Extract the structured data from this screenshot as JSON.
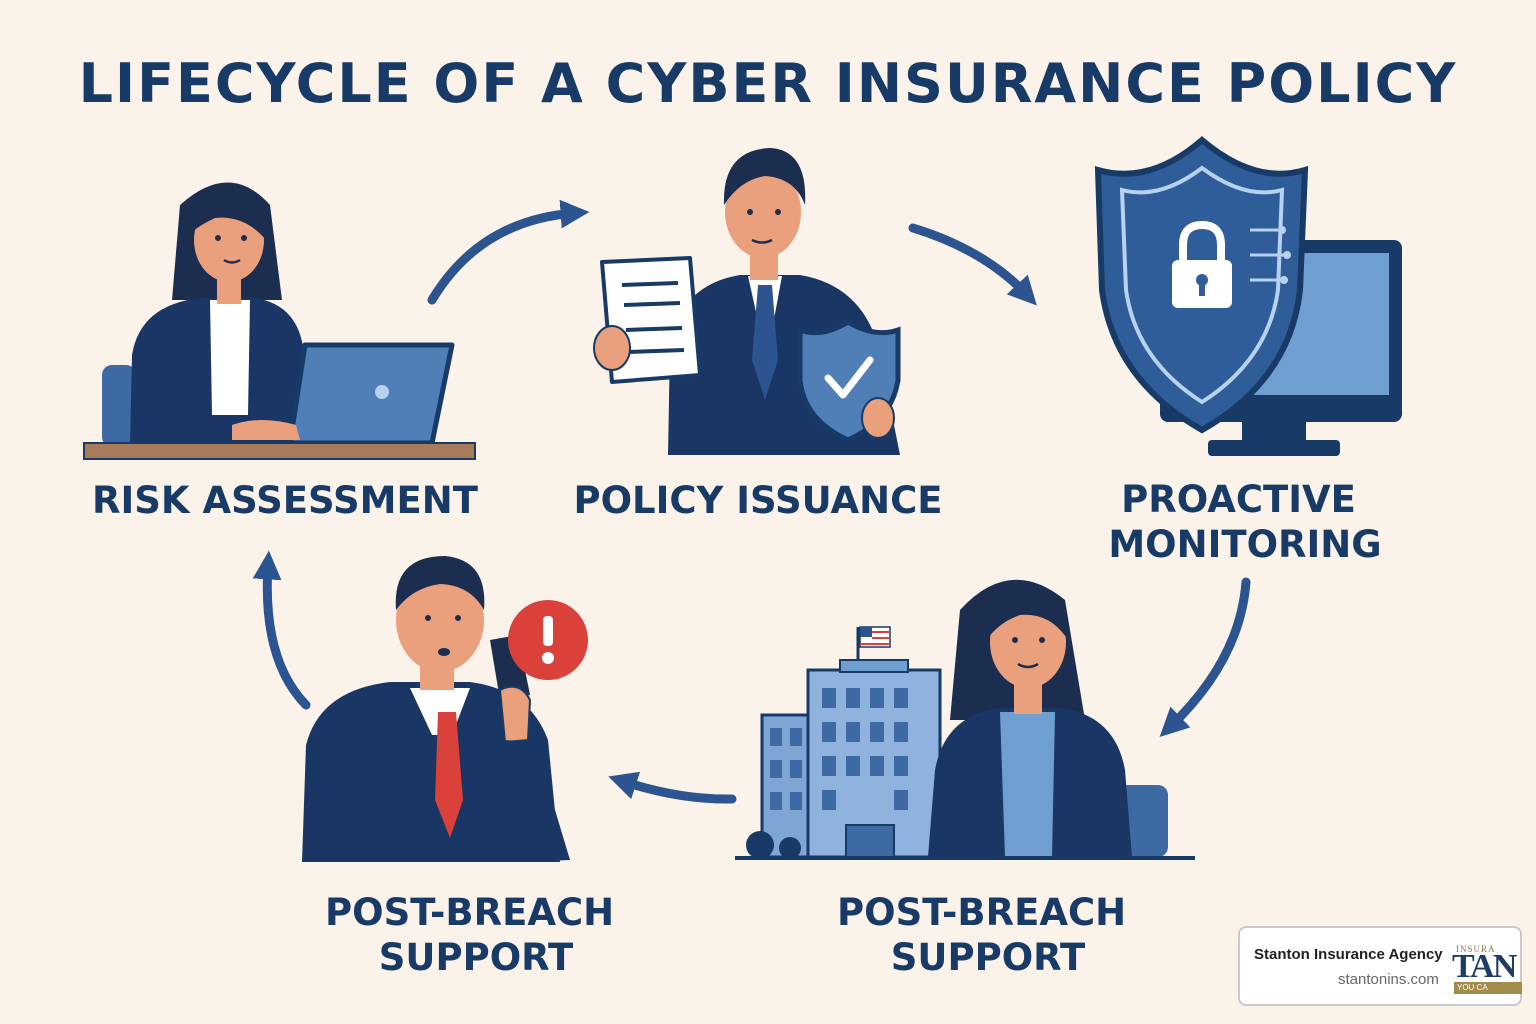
{
  "title": "LIFECYCLE OF A CYBER INSURANCE POLICY",
  "steps": [
    {
      "label": "RISK ASSESSMENT",
      "icon": "woman-laptop-icon"
    },
    {
      "label": "POLICY ISSUANCE",
      "icon": "man-policy-shield-icon"
    },
    {
      "label": "PROACTIVE\nMONITORING",
      "icon": "shield-monitor-icon"
    },
    {
      "label": "POST-BREACH\nSUPPORT",
      "icon": "woman-building-icon"
    },
    {
      "label": "POST-BREACH\nSUPPORT",
      "icon": "man-phone-alert-icon"
    }
  ],
  "badge": {
    "name": "Stanton Insurance Agency",
    "url": "stantonins.com",
    "logo_top": "INSURA",
    "logo_big": "TAN",
    "logo_bar": "YOU CA"
  },
  "colors": {
    "navy": "#173a67",
    "blue": "#4f7fb6",
    "alert": "#d9413a",
    "background": "#fbf3ea"
  }
}
